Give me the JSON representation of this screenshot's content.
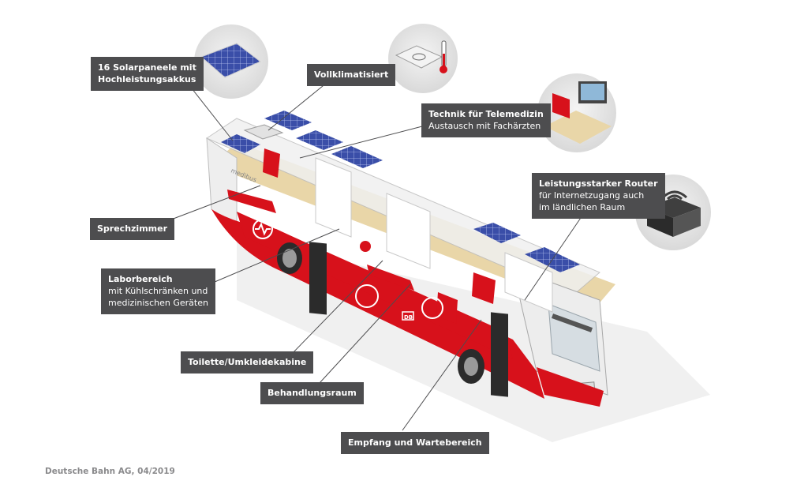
{
  "labels": {
    "solar": {
      "title": "16 Solarpaneele mit",
      "title2": "Hochleistungsakkus"
    },
    "climate": {
      "title": "Vollklimatisiert"
    },
    "telemed": {
      "title": "Technik für Telemedizin",
      "sub": "Austausch mit Fachärzten"
    },
    "router": {
      "title": "Leistungsstarker Router",
      "sub": "für Internetzugang auch",
      "sub2": "im ländlichen Raum"
    },
    "consult": {
      "title": "Sprechzimmer"
    },
    "lab": {
      "title": "Laborbereich",
      "sub": "mit Kühlschränken und",
      "sub2": "medizinischen Geräten"
    },
    "toilet": {
      "title": "Toilette/Umkleidekabine"
    },
    "treatment": {
      "title": "Behandlungsraum"
    },
    "reception": {
      "title": "Empfang und Wartebereich"
    }
  },
  "credit": "Deutsche Bahn AG, 04/2019",
  "bus": {
    "side_text": "medibus",
    "logo": "DB"
  },
  "colors": {
    "bus_red": "#d7111b",
    "label_bg": "#4d4d4f",
    "solar_blue": "#3a4ea8",
    "floor": "#e9d6a8"
  }
}
